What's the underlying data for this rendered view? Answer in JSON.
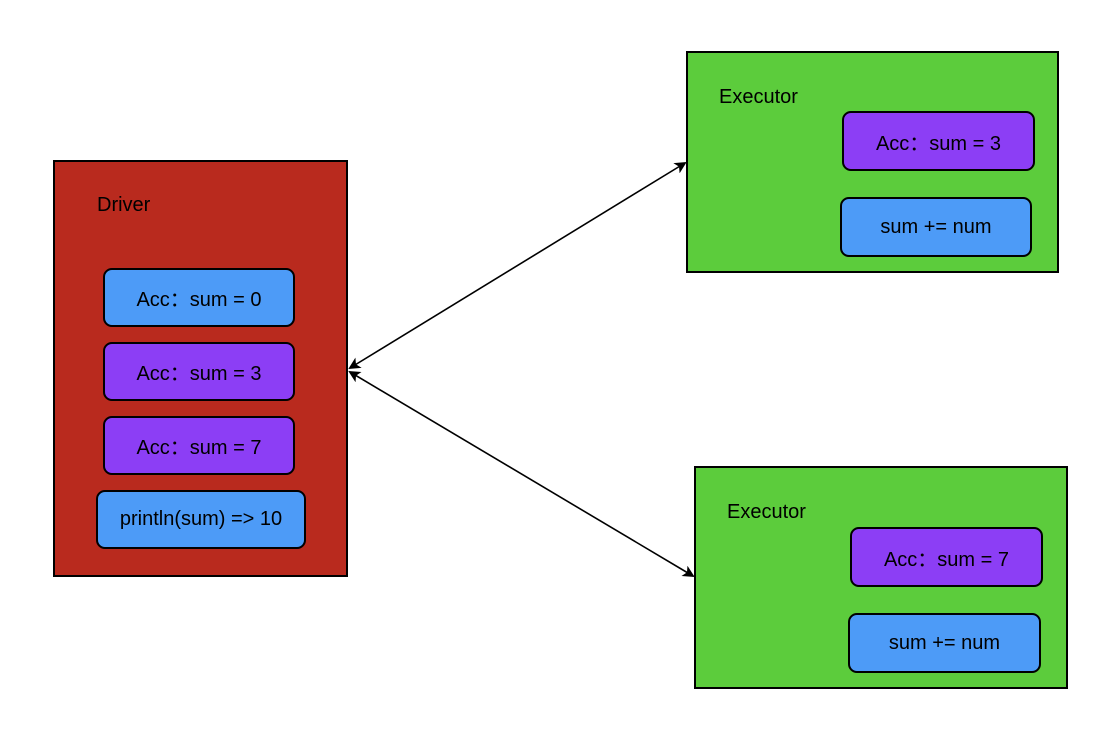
{
  "colors": {
    "driver_fill": "#b92a1e",
    "executor_fill": "#5ccc3c",
    "blue_box": "#4d9bf7",
    "purple_box": "#8c3ef5",
    "line": "#000000"
  },
  "driver": {
    "title": "Driver",
    "items": [
      {
        "label": "Acc：sum = 0",
        "color": "blue"
      },
      {
        "label": "Acc：sum = 3",
        "color": "purple"
      },
      {
        "label": "Acc：sum = 7",
        "color": "purple"
      },
      {
        "label": "println(sum) => 10",
        "color": "blue"
      }
    ]
  },
  "executors": [
    {
      "title": "Executor",
      "items": [
        {
          "label": "Acc：sum = 3",
          "color": "purple"
        },
        {
          "label": "sum += num",
          "color": "blue"
        }
      ]
    },
    {
      "title": "Executor",
      "items": [
        {
          "label": "Acc：sum = 7",
          "color": "purple"
        },
        {
          "label": "sum += num",
          "color": "blue"
        }
      ]
    }
  ]
}
